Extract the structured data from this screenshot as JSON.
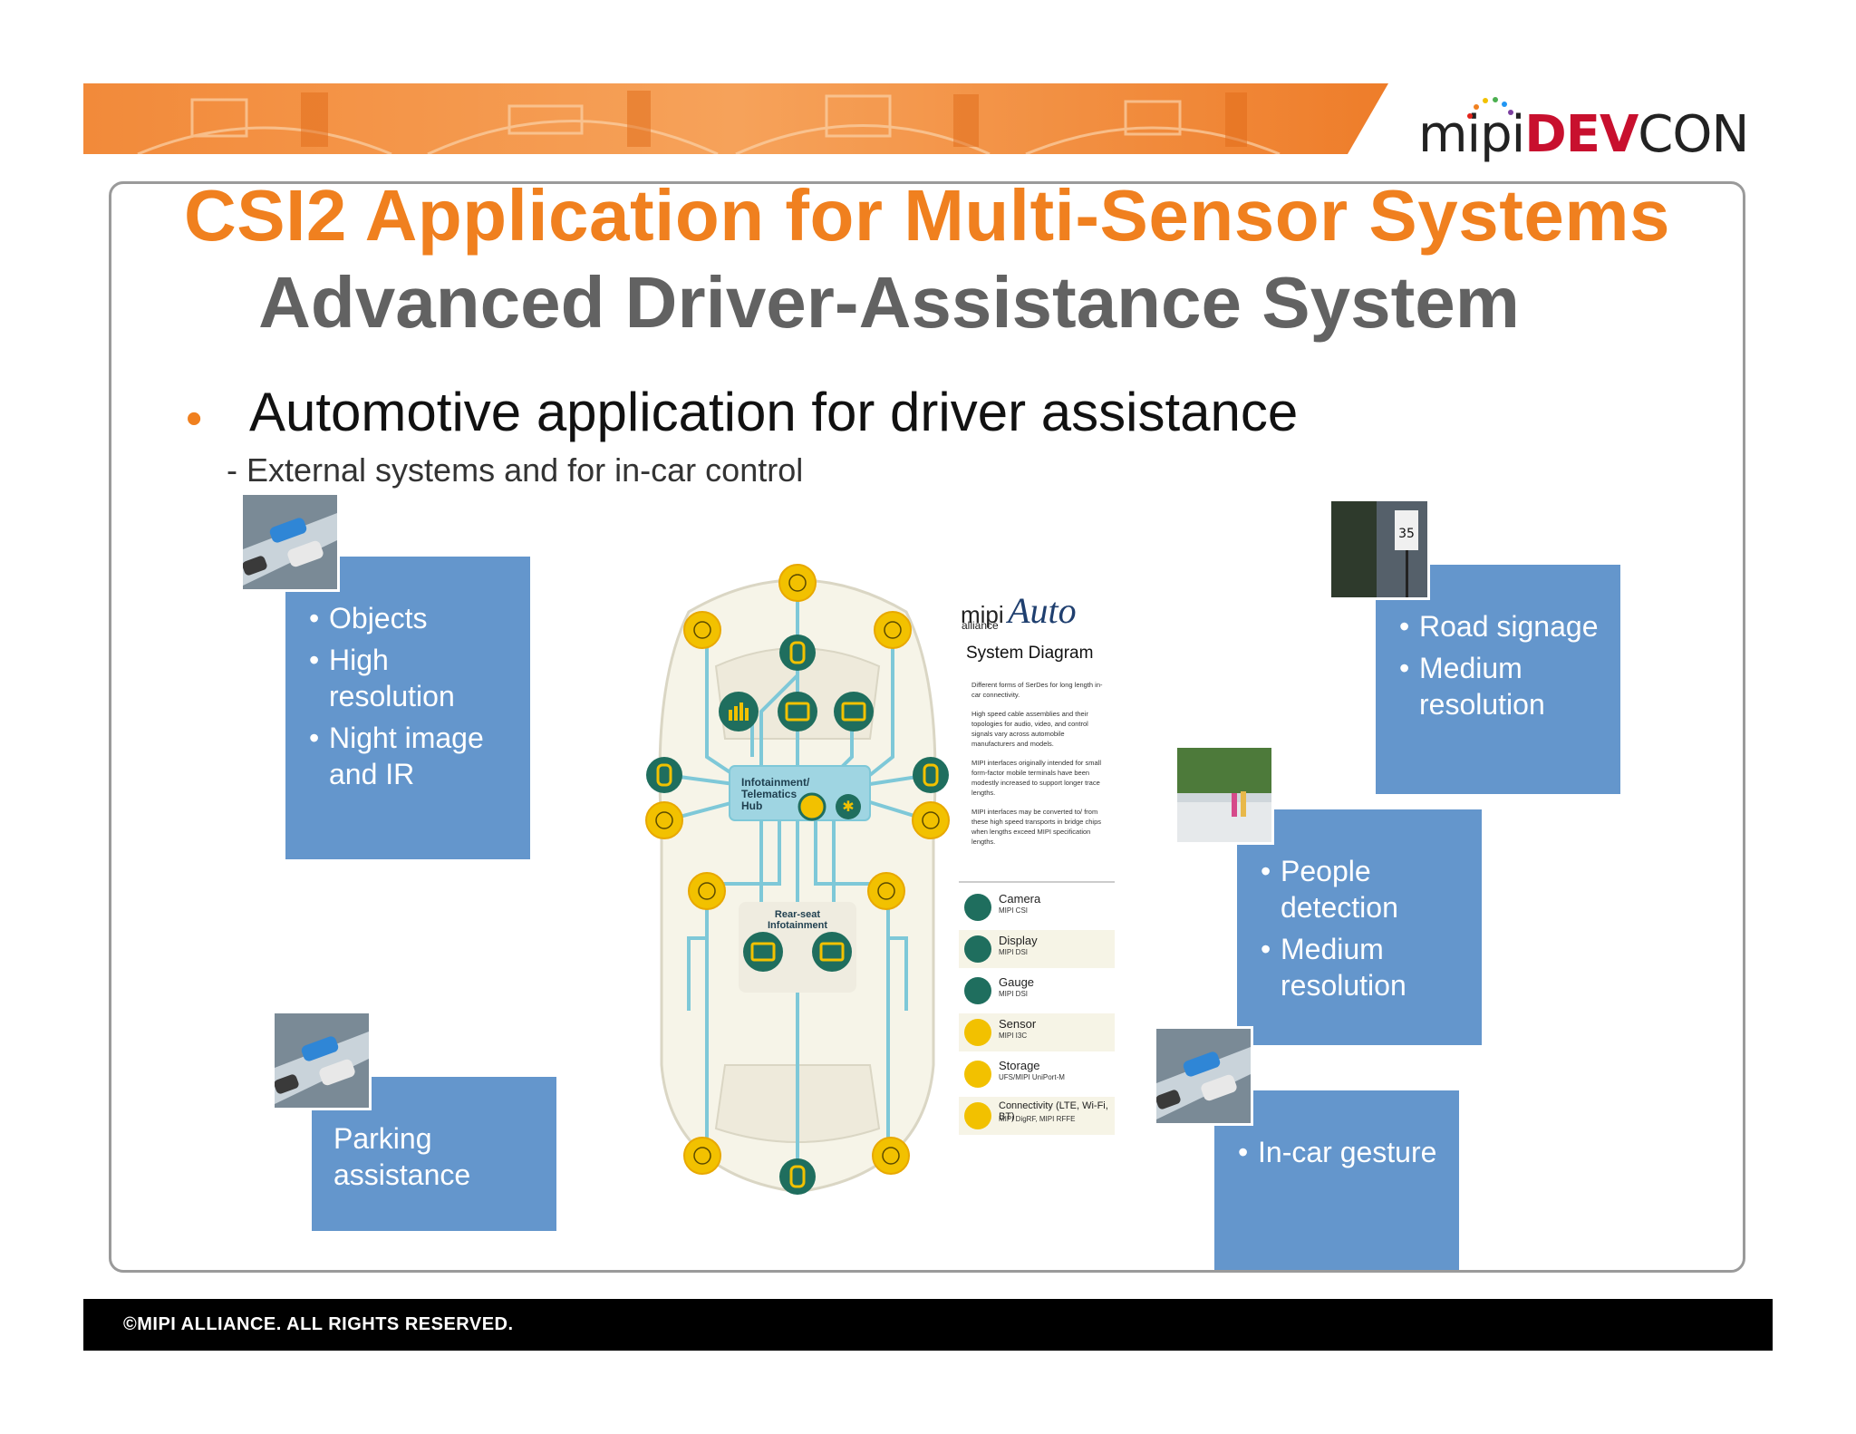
{
  "logo": {
    "mipi": "mipi",
    "dev": "DEV",
    "con": "CON"
  },
  "slide": {
    "title": "CSI2 Application for Multi-Sensor Systems",
    "subtitle": "Advanced Driver-Assistance System",
    "bullet": "Automotive application for driver assistance",
    "subbullet": "- External systems and for in-car control"
  },
  "boxes": {
    "objects": [
      "Objects",
      "High resolution",
      "Night image and IR"
    ],
    "parking": "Parking assistance",
    "road": [
      "Road signage",
      "Medium resolution"
    ],
    "people": [
      "People detection",
      "Medium resolution"
    ],
    "gesture": [
      "In-car gesture"
    ]
  },
  "diagram": {
    "hub_label": "Infotainment/ Telematics Hub",
    "rear_label": "Rear-seat Infotainment",
    "brand_mipi": "mipi",
    "brand_alliance": "alliance",
    "brand_auto": "Auto",
    "system_diagram": "System Diagram",
    "notes": [
      "Different forms of SerDes for long length in-car connectivity.",
      "High speed cable assemblies and their topologies for audio, video, and control signals vary across automobile manufacturers and models.",
      "MIPI interfaces originally intended for small form-factor mobile terminals have been modestly increased to support longer trace lengths.",
      "MIPI interfaces may be converted to/ from these high speed transports in bridge chips when lengths exceed MIPI specification lengths."
    ],
    "legend": [
      {
        "name": "Camera",
        "sub": "MIPI CSI"
      },
      {
        "name": "Display",
        "sub": "MIPI DSI"
      },
      {
        "name": "Gauge",
        "sub": "MIPI DSI"
      },
      {
        "name": "Sensor",
        "sub": "MIPI I3C"
      },
      {
        "name": "Storage",
        "sub": "UFS/MIPI UniPort-M"
      },
      {
        "name": "Connectivity (LTE, Wi-Fi, BT)",
        "sub": "MIPI DigRF, MIPI RFFE"
      }
    ]
  },
  "footer": {
    "text": "©MIPI ALLIANCE. ALL RIGHTS RESERVED."
  },
  "colors": {
    "orange": "#f0801f",
    "box_blue": "#6496cc",
    "title_gray": "#626262",
    "diagram_teal": "#1f6e5e",
    "diagram_yellow": "#f2c100",
    "line_blue": "#7ec8d8"
  }
}
